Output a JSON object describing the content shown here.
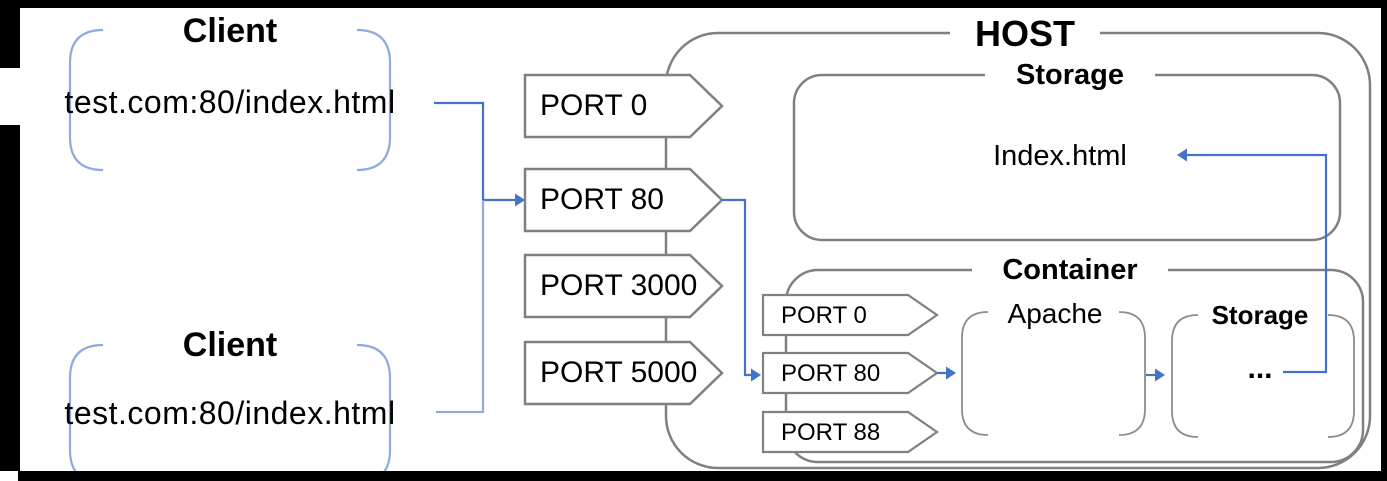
{
  "diagram": {
    "clients": [
      {
        "title": "Client",
        "url": "test.com:80/index.html"
      },
      {
        "title": "Client",
        "url": "test.com:80/index.html"
      }
    ],
    "host": {
      "title": "HOST",
      "ports": [
        "PORT 0",
        "PORT 80",
        "PORT 3000",
        "PORT 5000"
      ],
      "storage": {
        "title": "Storage",
        "file": "Index.html"
      },
      "container": {
        "title": "Container",
        "ports": [
          "PORT 0",
          "PORT 80",
          "PORT 88"
        ],
        "app": "Apache",
        "storage": {
          "title": "Storage",
          "content": "..."
        }
      }
    },
    "colors": {
      "outline_gray": "#808080",
      "bracket_gray": "#8c8c8c",
      "arrow_blue": "#4472C4",
      "client_bracket_blue": "#8FAADC",
      "text": "#000000"
    }
  }
}
